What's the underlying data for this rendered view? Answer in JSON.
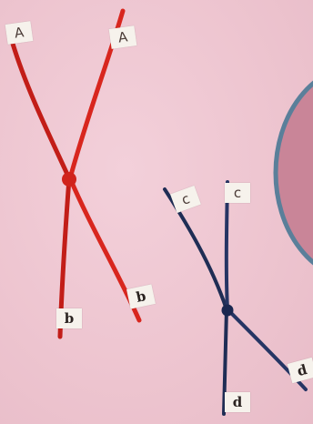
{
  "red_chromosome": {
    "color": "#d0231c",
    "labels": {
      "top_left": "A",
      "top_right": "A",
      "bottom_left": "b",
      "bottom_right": "b"
    }
  },
  "blue_chromosome": {
    "color": "#1f2d55",
    "labels": {
      "top_left": "c",
      "top_right": "c",
      "bottom_left": "d",
      "bottom_right": "d"
    }
  },
  "cell_outline": {
    "fill": "#c98598",
    "stroke": "#5a7f9a"
  }
}
